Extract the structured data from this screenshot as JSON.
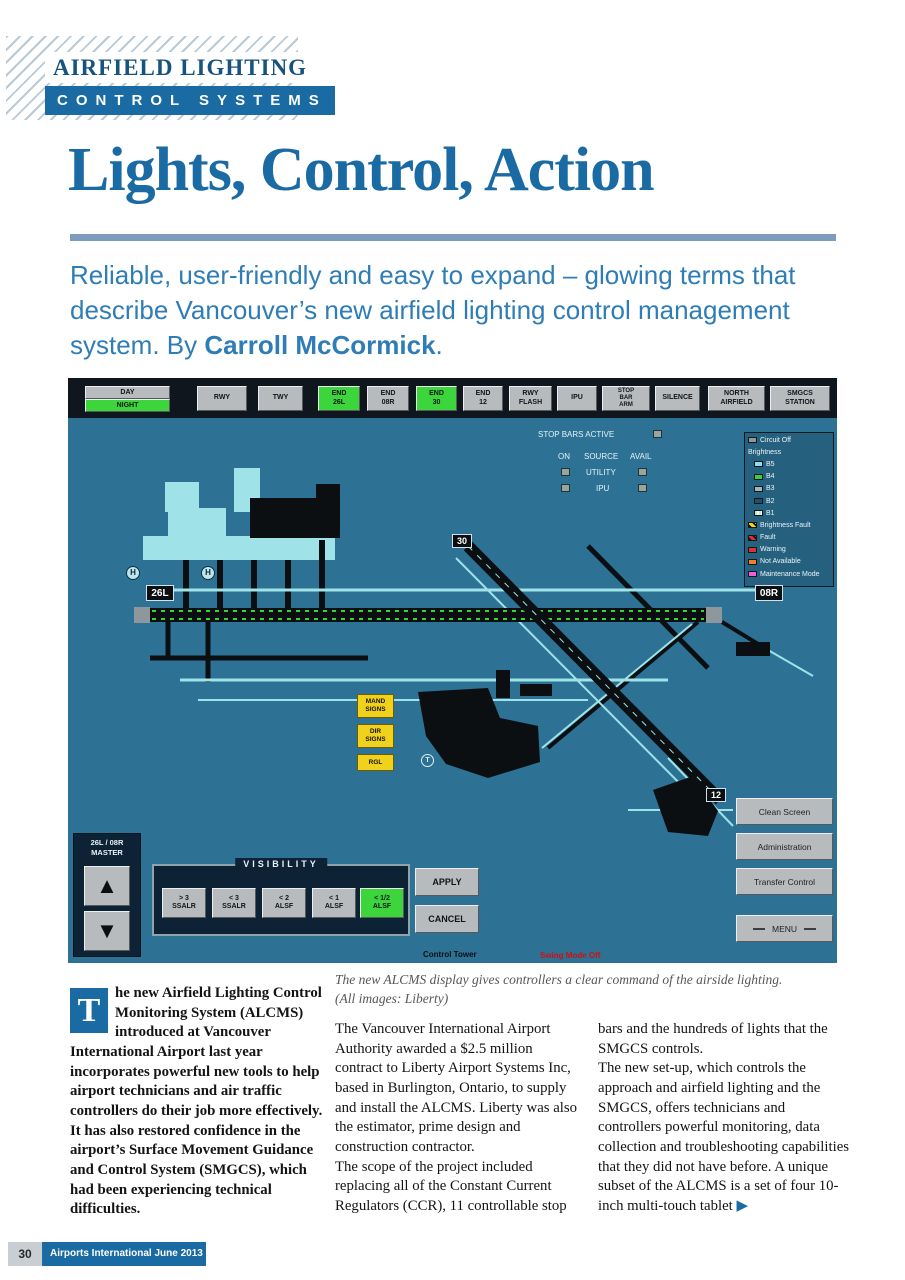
{
  "header": {
    "badge_line1": "AIRFIELD LIGHTING",
    "badge_line2": "CONTROL SYSTEMS",
    "title": "Lights, Control, Action",
    "standfirst": "Reliable, user-friendly and easy to expand – glowing terms that describe Vancouver’s new airfield lighting control management system.  By ",
    "author": "Carroll McCormick",
    "standfirst_end": "."
  },
  "alcms": {
    "day_night": {
      "day": "DAY",
      "night": "NIGHT"
    },
    "toolbar_buttons": [
      {
        "label": "RWY",
        "state": "off"
      },
      {
        "label": "TWY",
        "state": "off"
      },
      {
        "label": "END\n26L",
        "state": "on"
      },
      {
        "label": "END\n08R",
        "state": "off"
      },
      {
        "label": "END\n30",
        "state": "on"
      },
      {
        "label": "END\n12",
        "state": "off"
      },
      {
        "label": "RWY\nFLASH",
        "state": "off"
      },
      {
        "label": "IPU",
        "state": "off"
      },
      {
        "label": "STOP\nBAR\nARM",
        "state": "off"
      },
      {
        "label": "SILENCE",
        "state": "off"
      },
      {
        "label": "NORTH\nAIRFIELD",
        "state": "off"
      },
      {
        "label": "SMGCS\nSTATION",
        "state": "off"
      }
    ],
    "status": {
      "stop_bars": "STOP BARS ACTIVE",
      "col_on": "ON",
      "col_source": "SOURCE",
      "col_avail": "AVAIL",
      "utility": "UTILITY",
      "ipu": "IPU"
    },
    "legend": {
      "items": [
        {
          "label": "Circuit Off",
          "swatch": "background:#8e979b"
        },
        {
          "label": "Brightness",
          "swatch": null
        },
        {
          "label": "B5",
          "swatch": "background:#8fdde8"
        },
        {
          "label": "B4",
          "swatch": "background:#3ecb3e"
        },
        {
          "label": "B3",
          "swatch": "background:#a8b4ba"
        },
        {
          "label": "B2",
          "swatch": "background:#274d66"
        },
        {
          "label": "B1",
          "swatch": "background:repeating-linear-gradient(90deg,#bfe9c4 0 2px,#ffffff 2px 4px)"
        },
        {
          "label": "Brightness Fault",
          "swatch": "background:repeating-linear-gradient(45deg,#111 0 2px,#ffd400 2px 5px)"
        },
        {
          "label": "Fault",
          "swatch": "background:repeating-linear-gradient(45deg,#111 0 2px,#e03030 2px 5px)"
        },
        {
          "label": "Warning",
          "swatch": "background:#e03030"
        },
        {
          "label": "Not Available",
          "swatch": "background:#f08020"
        },
        {
          "label": "Maintenance Mode",
          "swatch": "background:#ef5fd2"
        }
      ]
    },
    "map_labels": {
      "rwy_30": "30",
      "rwy_26l": "26L",
      "rwy_08r": "08R",
      "rwy_12": "12",
      "heli": "H",
      "terminal": "T",
      "mand_signs": "MAND\nSIGNS",
      "dir_signs": "DIR\nSIGNS",
      "rgl": "RGL"
    },
    "master": {
      "label": "26L / 08R\nMASTER",
      "up": "▲",
      "down": "▼"
    },
    "visibility": {
      "title": "VISIBILITY",
      "buttons": [
        {
          "label": "> 3\nSSALR",
          "state": "off"
        },
        {
          "label": "< 3\nSSALR",
          "state": "off"
        },
        {
          "label": "< 2\nALSF",
          "state": "off"
        },
        {
          "label": "< 1\nALSF",
          "state": "off"
        },
        {
          "label": "< 1/2\nALSF",
          "state": "on"
        }
      ]
    },
    "actions": {
      "apply": "APPLY",
      "cancel": "CANCEL"
    },
    "side_buttons": [
      "Clean Screen",
      "Administration",
      "Transfer Control",
      "MENU"
    ],
    "footer_status": {
      "left": "Control  Tower",
      "right": "Swing Mode Off"
    }
  },
  "caption": {
    "line1": "The new ALCMS display gives controllers a clear command of the airside lighting.",
    "line2": "(All images: Liberty)"
  },
  "article": {
    "dropcap": "T",
    "col1": "he new Airfield Lighting Control Monitoring System (ALCMS) introduced at Vancouver International Airport last year incorporates powerful new tools to help airport technicians and air traffic controllers do their job more effectively. It has also restored confidence in the airport’s Surface Movement Guidance and Control System (SMGCS), which had been experiencing technical difficulties.",
    "col2_p1": "The Vancouver International Airport Authority awarded a $2.5 million contract to Liberty Airport Systems Inc, based in Burlington, Ontario, to supply and install the ALCMS.  Liberty was also the estimator, prime design and construction contractor.",
    "col2_p2": "The scope of the project included replacing all of the Constant Current Regulators (CCR), 11 controllable stop",
    "col3_p1": "bars and the hundreds of lights that the SMGCS controls.",
    "col3_p2": "The new set-up, which controls the approach and airfield lighting and the SMGCS, offers technicians and controllers powerful monitoring, data collection and troubleshooting capabilities that they did not have before.  A unique subset of the ALCMS is a set of four 10-inch multi-touch tablet ",
    "more_arrow": "▶"
  },
  "footer": {
    "page_number": "30",
    "publication": "Airports International June 2013"
  }
}
